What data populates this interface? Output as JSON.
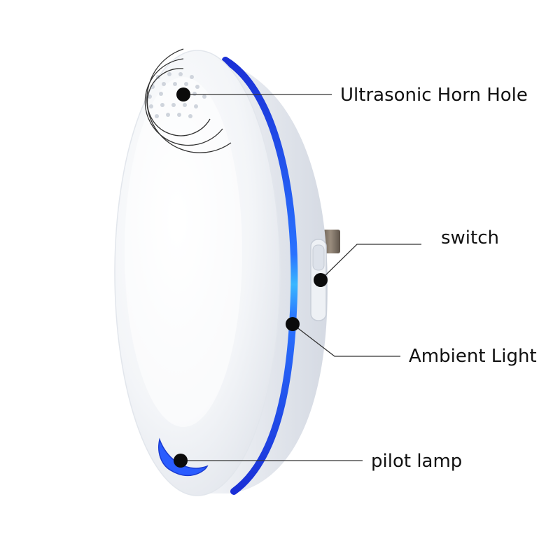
{
  "labels": {
    "horn": "Ultrasonic Horn Hole",
    "switch": "switch",
    "ambient": "Ambient Light",
    "pilot": "pilot lamp"
  },
  "colors": {
    "background": "#ffffff",
    "body": "#f4f6f9",
    "band_blue": "#1d3fe0",
    "band_glow": "#3aa8ff",
    "pilot_blue": "#2a5cff",
    "line": "#333333",
    "dot": "#0b0b0b",
    "text": "#111111",
    "prongs": "#7a6d60"
  }
}
